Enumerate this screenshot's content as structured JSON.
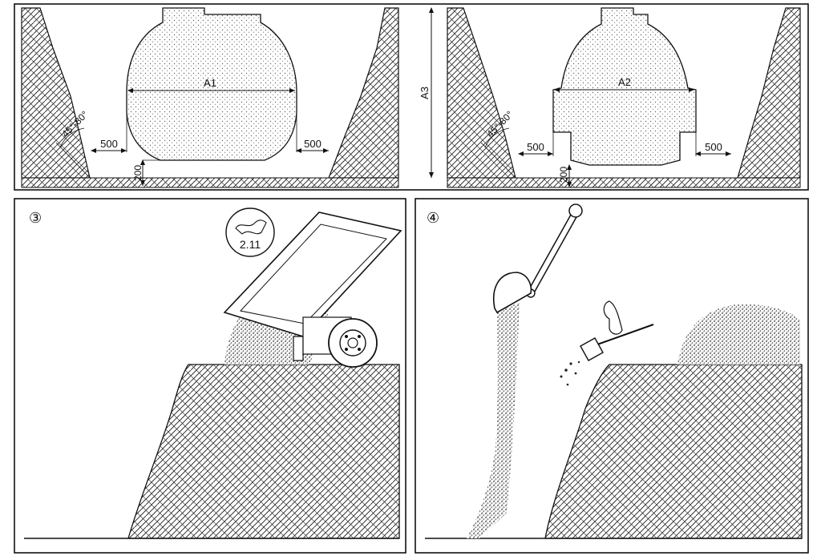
{
  "top_panels": {
    "left": {
      "width_label": "A1",
      "clearance_left": "500",
      "clearance_right": "500",
      "base_depth": "200",
      "slope_angle": "45°-80°"
    },
    "right": {
      "width_label": "A2",
      "clearance_left": "500",
      "clearance_right": "500",
      "base_depth": "200",
      "slope_angle": "45°-80°"
    },
    "depth_label": "A3"
  },
  "panel_3": {
    "step_number": "③",
    "reference_badge": "2.11"
  },
  "panel_4": {
    "step_number": "④"
  },
  "colors": {
    "ink": "#111111",
    "paper": "#ffffff",
    "stipple": "#555555"
  }
}
